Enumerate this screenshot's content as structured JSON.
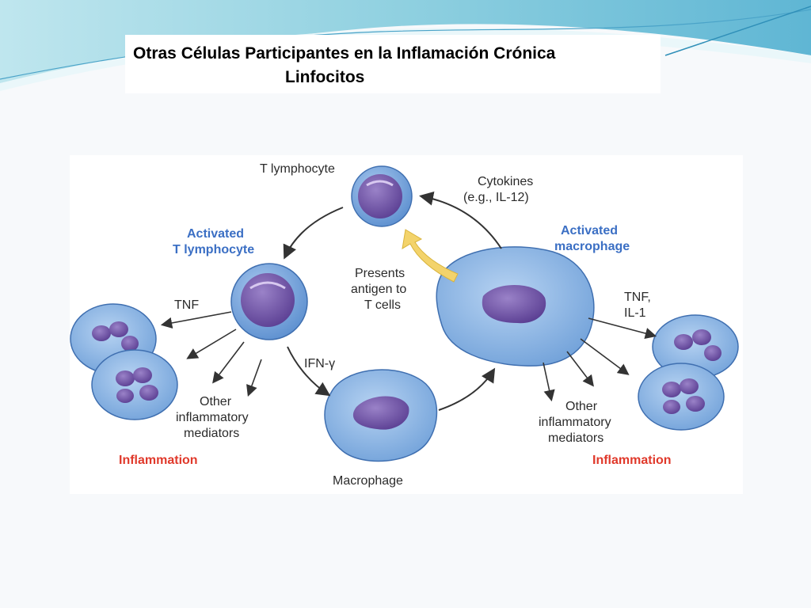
{
  "slide": {
    "title_line1": "Otras Células Participantes en la Inflamación Crónica",
    "title_line2": "Linfocitos"
  },
  "diagram": {
    "t_lymphocyte": "T lymphocyte",
    "cytokines_line1": "Cytokines",
    "cytokines_line2": "(e.g., IL-12)",
    "activated_t_line1": "Activated",
    "activated_t_line2": "T lymphocyte",
    "activated_mac_line1": "Activated",
    "activated_mac_line2": "macrophage",
    "presents_line1": "Presents",
    "presents_line2": "antigen to",
    "presents_line3": "T cells",
    "tnf_left": "TNF",
    "tnf_right_line1": "TNF,",
    "tnf_right_line2": "IL-1",
    "ifn": "IFN-γ",
    "other_left_line1": "Other",
    "other_left_line2": "inflammatory",
    "other_left_line3": "mediators",
    "other_right_line1": "Other",
    "other_right_line2": "inflammatory",
    "other_right_line3": "mediators",
    "inflammation_left": "Inflammation",
    "inflammation_right": "Inflammation",
    "macrophage": "Macrophage"
  },
  "colors": {
    "label_blue": "#3b6fc4",
    "label_red": "#e0392b",
    "cell_blue": "#6f9fd6",
    "nucleus_purple": "#7a5aa8",
    "antigen_arrow": "#f3d36b"
  }
}
